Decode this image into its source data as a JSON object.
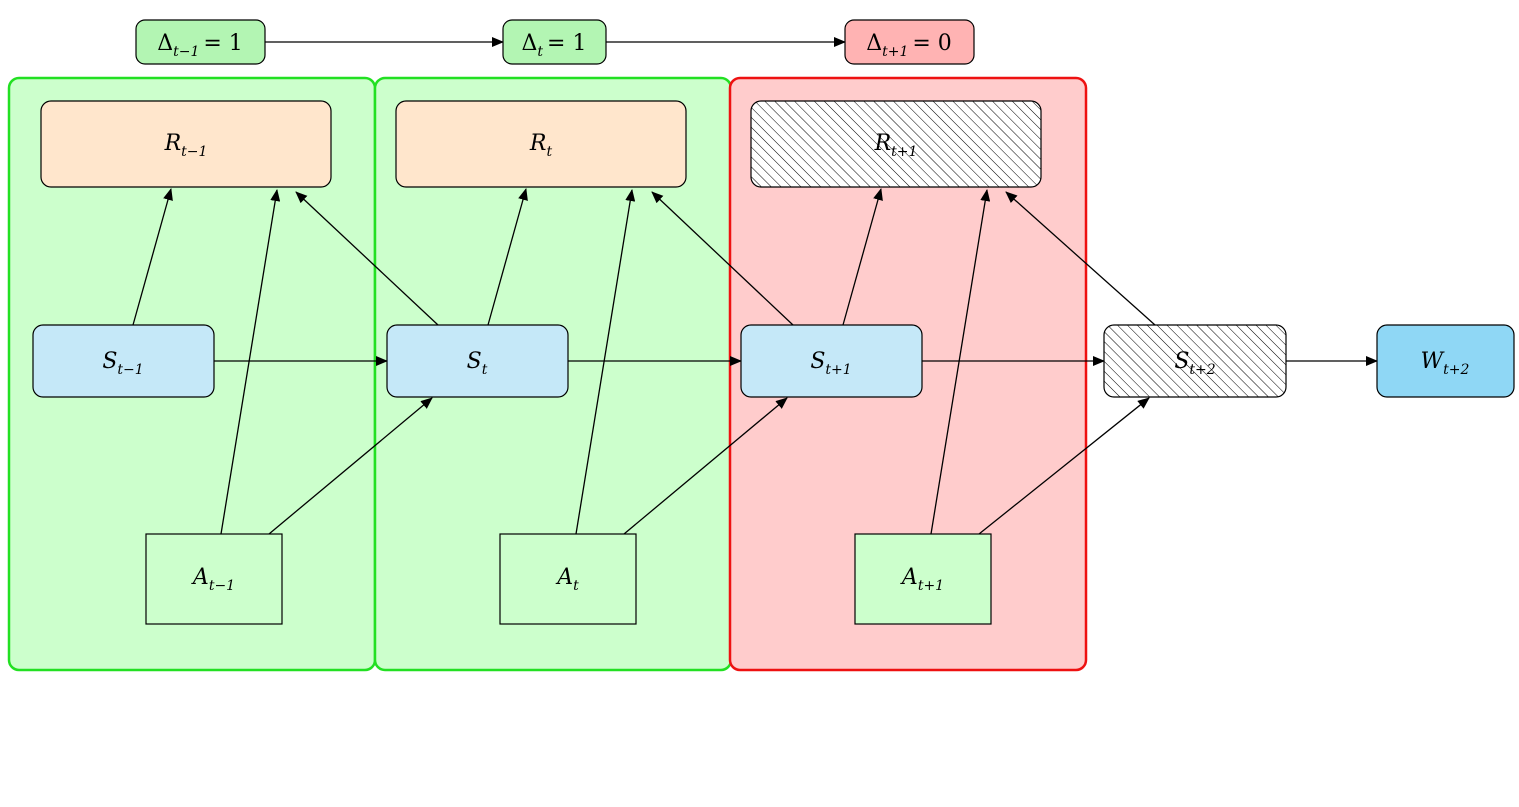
{
  "deltas": [
    {
      "sym": "Δ",
      "sub": "t−1",
      "eq": "= 1",
      "color": "#b3f5b3"
    },
    {
      "sym": "Δ",
      "sub": "t",
      "eq": "= 1",
      "color": "#b3f5b3"
    },
    {
      "sym": "Δ",
      "sub": "t+1",
      "eq": "= 0",
      "color": "#ffb3b3"
    }
  ],
  "regions": [
    {
      "status": "ok",
      "fill": "#ccffcc",
      "stroke": "#22e022"
    },
    {
      "status": "ok",
      "fill": "#ccffcc",
      "stroke": "#22e022"
    },
    {
      "status": "fail",
      "fill": "#ffcccc",
      "stroke": "#ee1111"
    }
  ],
  "rewards": [
    {
      "sym": "R",
      "sub": "t−1",
      "hatched": false
    },
    {
      "sym": "R",
      "sub": "t",
      "hatched": false
    },
    {
      "sym": "R",
      "sub": "t+1",
      "hatched": true
    }
  ],
  "states": [
    {
      "sym": "S",
      "sub": "t−1",
      "hatched": false
    },
    {
      "sym": "S",
      "sub": "t",
      "hatched": false
    },
    {
      "sym": "S",
      "sub": "t+1",
      "hatched": false
    },
    {
      "sym": "S",
      "sub": "t+2",
      "hatched": true
    }
  ],
  "actions": [
    {
      "sym": "A",
      "sub": "t−1"
    },
    {
      "sym": "A",
      "sub": "t"
    },
    {
      "sym": "A",
      "sub": "t+1"
    }
  ],
  "terminal": {
    "sym": "W",
    "sub": "t+2"
  },
  "colors": {
    "reward_fill": "#ffe6cc",
    "state_fill": "#c5e8f8",
    "action_fill": "#ccffcc",
    "terminal_fill": "#8fd7f5"
  }
}
